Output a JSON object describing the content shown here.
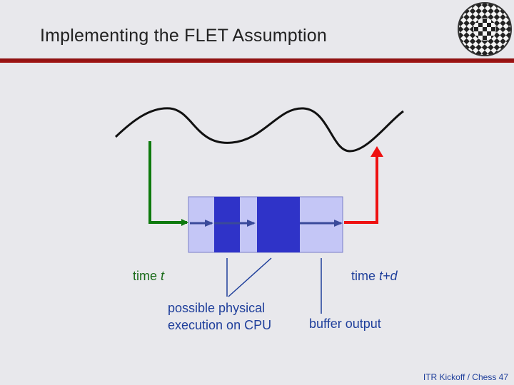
{
  "slide": {
    "title": "Implementing the FLET Assumption",
    "footer": "ITR Kickoff / Chess 47"
  },
  "labels": {
    "time_t_prefix": "time ",
    "time_t_var": "t",
    "time_td_prefix": "time ",
    "time_td_var": "t+d",
    "physical_line1": "possible physical",
    "physical_line2": "execution on CPU",
    "buffer_output": "buffer output"
  },
  "colors": {
    "input_arrow": "#0e7a0e",
    "output_arrow": "#ee1111",
    "buffer_light": "#c4c6f6",
    "execution_block": "#2f33c8",
    "pointer_line": "#1f3f9b",
    "title_rule": "#a31515"
  },
  "icons": {
    "logo": "checkerboard-sphere-logo"
  }
}
